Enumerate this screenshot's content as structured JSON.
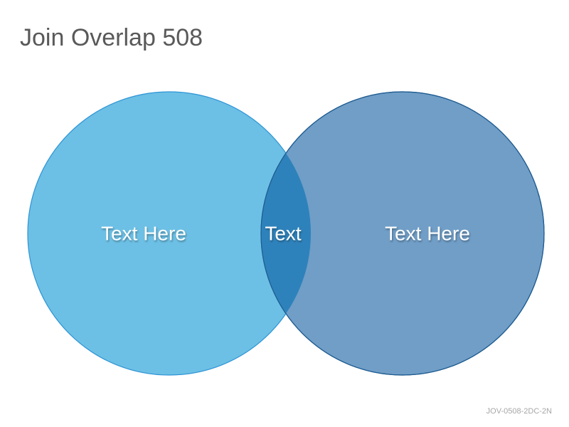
{
  "title": "Join Overlap 508",
  "code": "JOV-0508-2DC-2N",
  "circles": {
    "left": {
      "label": "Text Here",
      "fill": "#6cc0e5",
      "stroke": "#2e94d6"
    },
    "right": {
      "label": "Text Here",
      "fill": "#709ec7",
      "stroke": "#1f5c91"
    },
    "overlap": {
      "label": "Text",
      "fill": "#2e82bb"
    }
  }
}
